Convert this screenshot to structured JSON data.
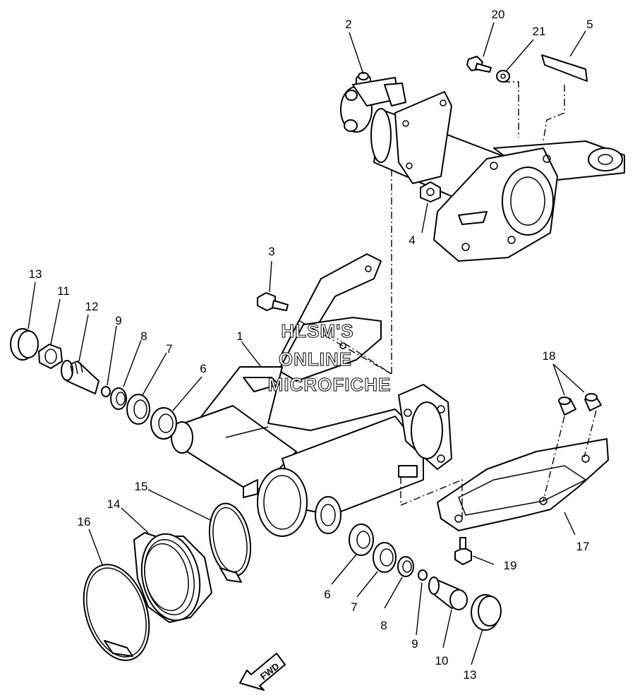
{
  "watermark": [
    "HLSM'S",
    "ONLINE",
    "MICROFICHE"
  ],
  "direction_label": "FWD",
  "callouts": [
    "2",
    "20",
    "21",
    "5",
    "4",
    "3",
    "1",
    "13",
    "11",
    "12",
    "9",
    "8",
    "7",
    "6",
    "15",
    "14",
    "16",
    "18",
    "17",
    "19",
    "6",
    "7",
    "8",
    "9",
    "10",
    "13"
  ]
}
